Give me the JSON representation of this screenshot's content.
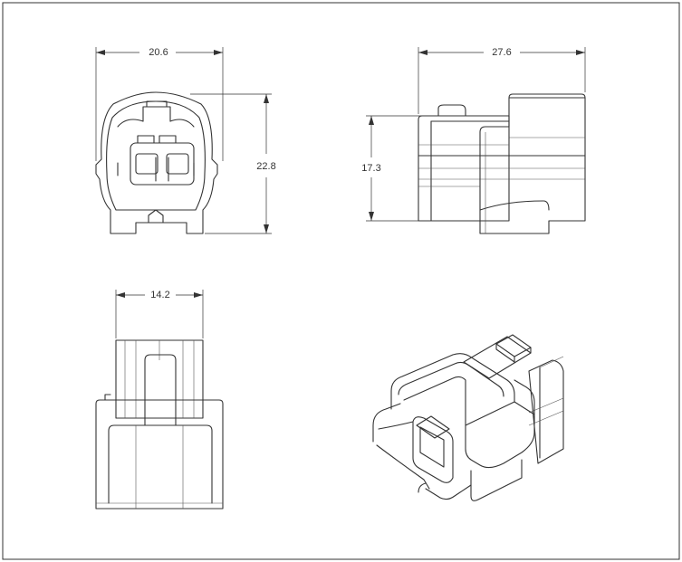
{
  "dimensions": {
    "front_width": "20.6",
    "front_height": "22.8",
    "side_length": "27.6",
    "side_height": "17.3",
    "top_width": "14.2"
  }
}
